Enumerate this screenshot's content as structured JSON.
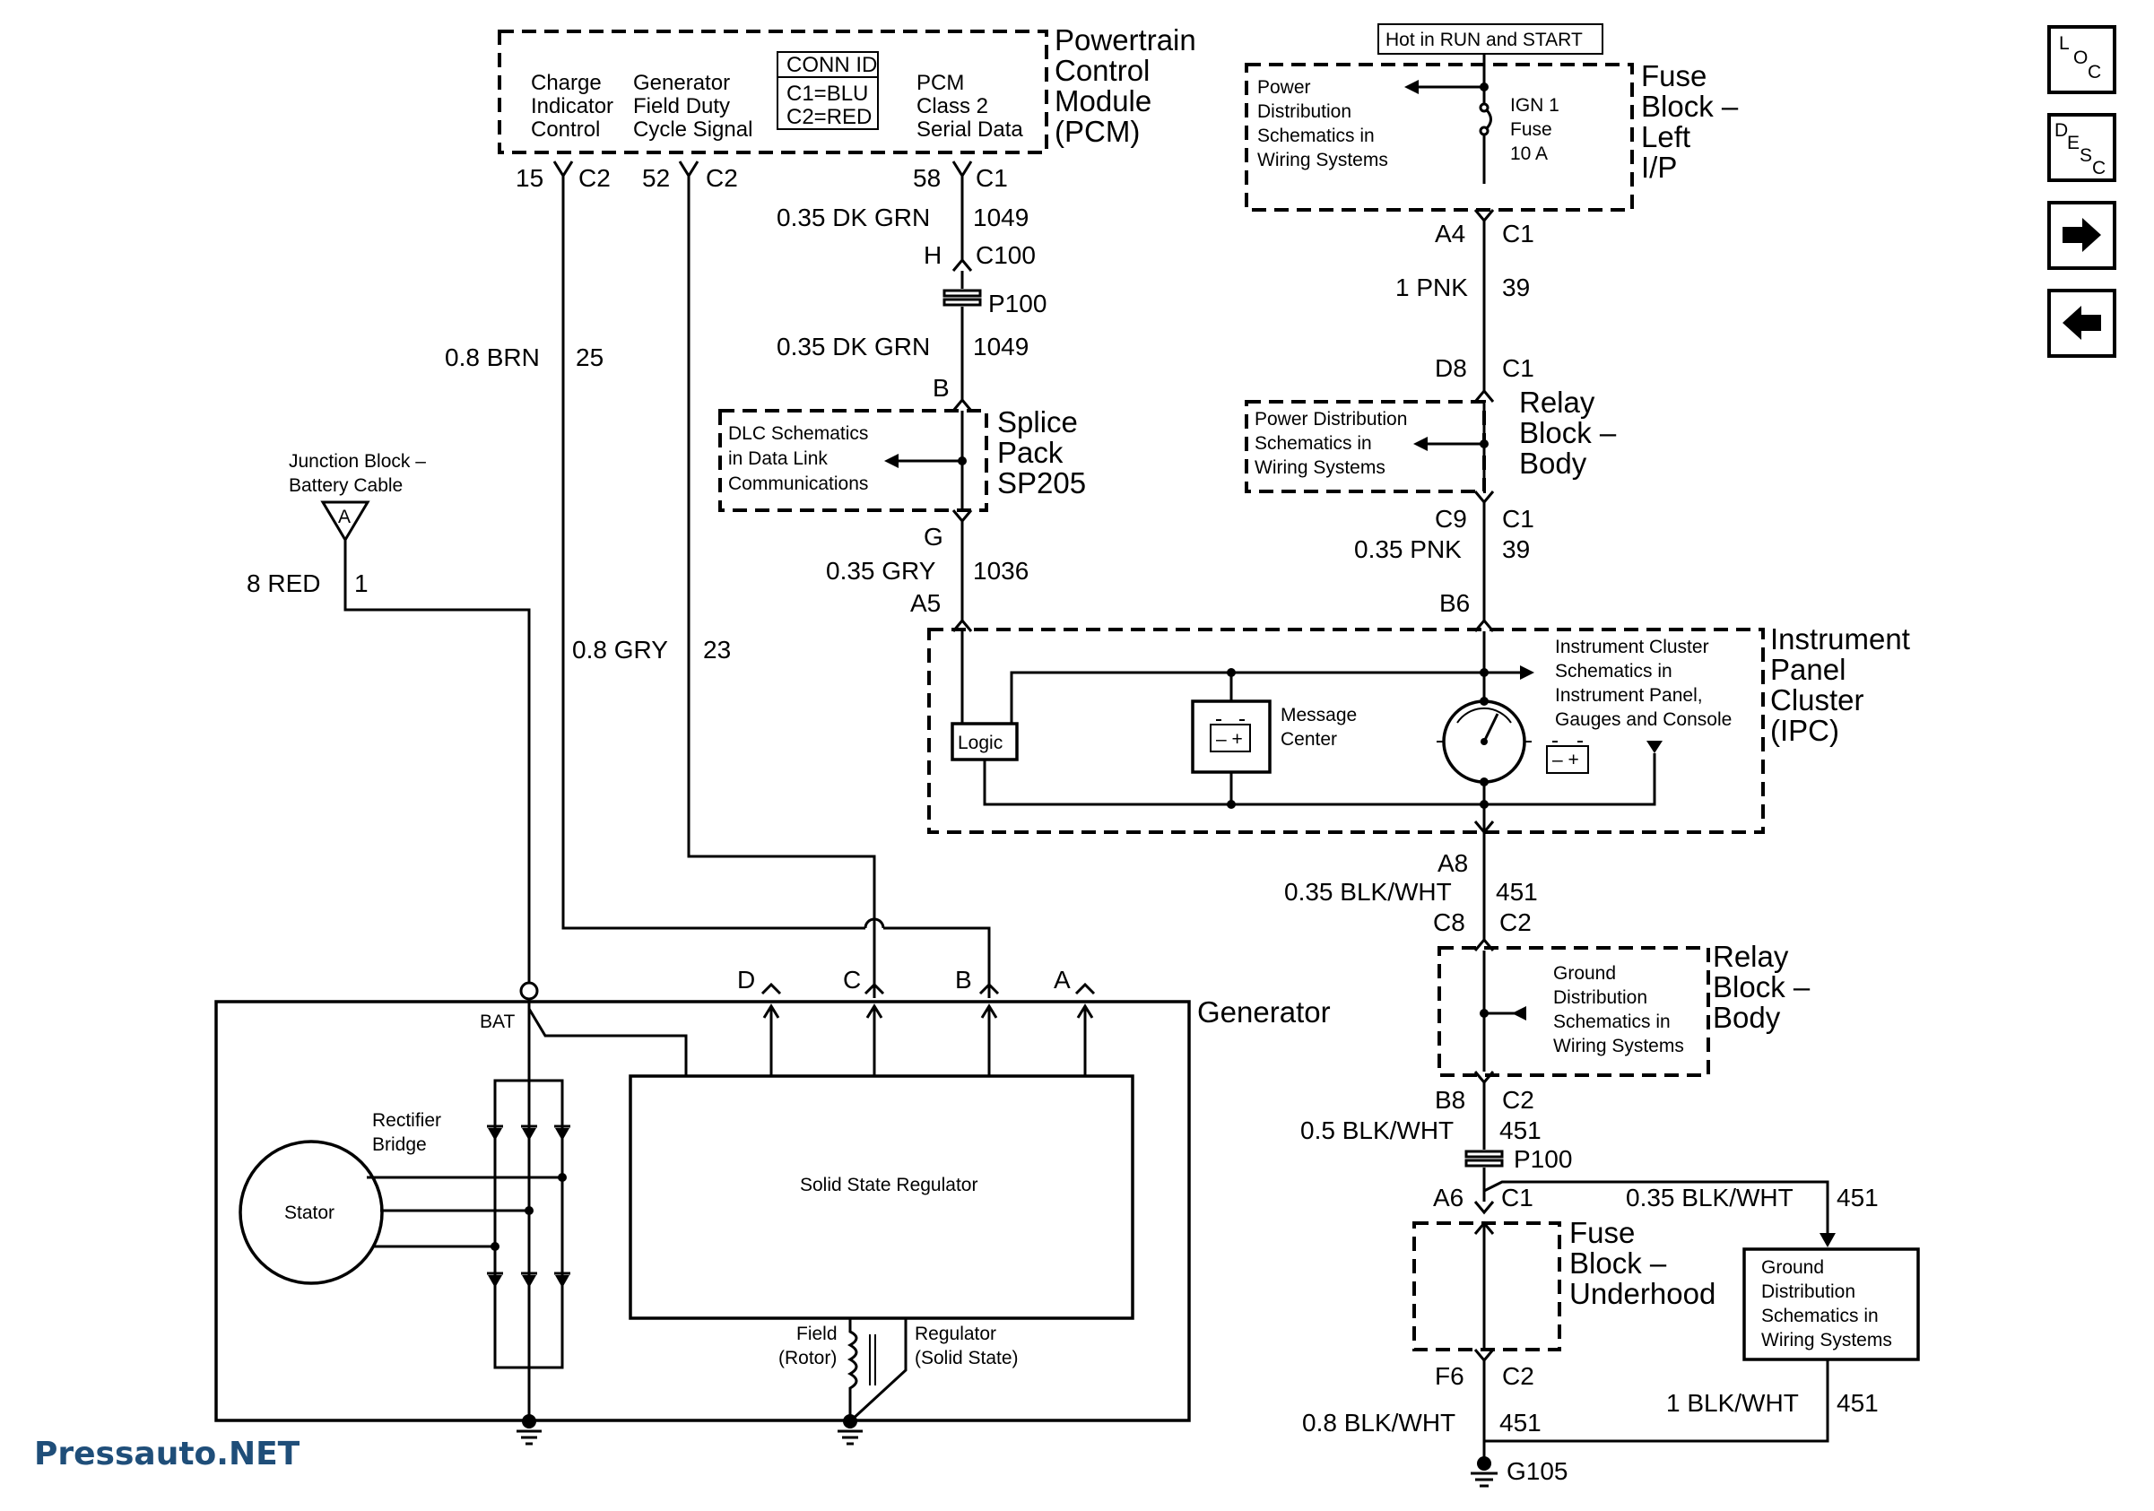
{
  "pcm": {
    "title": [
      "Powertrain",
      "Control",
      "Module",
      "(PCM)"
    ],
    "charge": [
      "Charge",
      "Indicator",
      "Control"
    ],
    "genfield": [
      "Generator",
      "Field Duty",
      "Cycle Signal"
    ],
    "conn_title": "CONN ID",
    "conn": [
      "C1=BLU",
      "C2=RED"
    ],
    "serial": [
      "PCM",
      "Class 2",
      "Serial Data"
    ],
    "pin15": "15",
    "pin15_conn": "C2",
    "pin52": "52",
    "pin52_conn": "C2",
    "pin58": "58",
    "pin58_conn": "C1"
  },
  "wires": {
    "w1049a": "0.35 DK GRN",
    "w1049a_c": "1049",
    "c100_pin": "H",
    "c100": "C100",
    "p100": "P100",
    "w1049b": "0.35 DK GRN",
    "w1049b_c": "1049",
    "brn": "0.8 BRN",
    "brn_c": "25",
    "gry08": "0.8 GRY",
    "gry08_c": "23",
    "red8": "8 RED",
    "red8_c": "1",
    "gry035": "0.35 GRY",
    "gry035_c": "1036",
    "pnk1": "1 PNK",
    "pnk1_c": "39",
    "pnk035": "0.35 PNK",
    "pnk035_c": "39",
    "bw1": "0.35 BLK/WHT",
    "bw1_c": "451",
    "bw2": "0.5 BLK/WHT",
    "bw2_c": "451",
    "p100b": "P100",
    "bw3": "0.35 BLK/WHT",
    "bw3_c": "451",
    "bw4": "0.8 BLK/WHT",
    "bw4_c": "451",
    "bw5": "1 BLK/WHT",
    "bw5_c": "451",
    "g105": "G105"
  },
  "splice": {
    "pin_b": "B",
    "pin_g": "G",
    "dlc": [
      "DLC Schematics",
      "in Data Link",
      "Communications"
    ],
    "title": [
      "Splice",
      "Pack",
      "SP205"
    ]
  },
  "junction": {
    "title": [
      "Junction Block –",
      "Battery Cable"
    ],
    "pin": "A"
  },
  "hot": "Hot in RUN and START",
  "fuse_lip": {
    "pd": [
      "Power",
      "Distribution",
      "Schematics in",
      "Wiring Systems"
    ],
    "fuse": [
      "IGN 1",
      "Fuse",
      "10 A"
    ],
    "title": [
      "Fuse",
      "Block –",
      "Left",
      "I/P"
    ],
    "a4": "A4",
    "a4_c": "C1"
  },
  "relay_body": {
    "d8": "D8",
    "d8_c": "C1",
    "pd": [
      "Power Distribution",
      "Schematics in",
      "Wiring Systems"
    ],
    "title": [
      "Relay",
      "Block –",
      "Body"
    ],
    "c9": "C9",
    "c9_c": "C1"
  },
  "ipc": {
    "b6": "B6",
    "a5": "A5",
    "title": [
      "Instrument",
      "Panel",
      "Cluster",
      "(IPC)"
    ],
    "ic": [
      "Instrument Cluster",
      "Schematics in",
      "Instrument Panel,",
      "Gauges and Console"
    ],
    "logic": "Logic",
    "msg": [
      "Message",
      "Center"
    ],
    "a8": "A8"
  },
  "relay_ground": {
    "c8": "C8",
    "c8_c": "C2",
    "gd": [
      "Ground",
      "Distribution",
      "Schematics in",
      "Wiring Systems"
    ],
    "title": [
      "Relay",
      "Block –",
      "Body"
    ],
    "b8": "B8",
    "b8_c": "C2"
  },
  "fuse_uh": {
    "a6": "A6",
    "a6_c": "C1",
    "title": [
      "Fuse",
      "Block –",
      "Underhood"
    ],
    "f6": "F6",
    "f6_c": "C2"
  },
  "gd_box": [
    "Ground",
    "Distribution",
    "Schematics in",
    "Wiring Systems"
  ],
  "generator": {
    "title": "Generator",
    "bat": "BAT",
    "rectifier": [
      "Rectifier",
      "Bridge"
    ],
    "stator": "Stator",
    "regulator": "Solid State Regulator",
    "field": [
      "Field",
      "(Rotor)"
    ],
    "reg_ss": [
      "Regulator",
      "(Solid State)"
    ],
    "terms": [
      "D",
      "C",
      "B",
      "A"
    ]
  },
  "nav": {
    "loc": [
      "L",
      "O",
      "C"
    ],
    "desc": [
      "D",
      "E",
      "S",
      "C"
    ],
    "fwd": "→",
    "back": "←"
  },
  "watermark": "Pressauto.NET"
}
